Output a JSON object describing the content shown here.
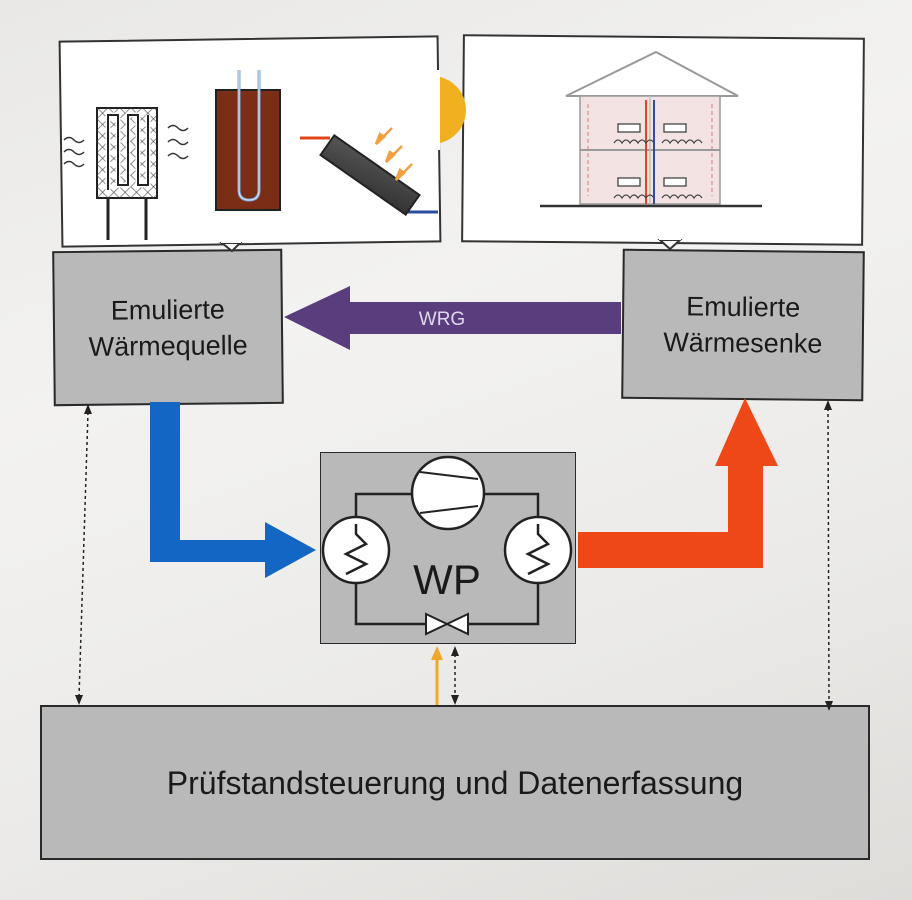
{
  "diagram": {
    "source_box": {
      "label": "Emulierte\nWärmequelle"
    },
    "sink_box": {
      "label": "Emulierte\nWärmesenke"
    },
    "control_box": {
      "label": "Prüfstandsteuerung und Datenerfassung"
    },
    "heat_pump": {
      "label": "WP"
    },
    "recovery_arrow": {
      "label": "WRG"
    }
  },
  "colors": {
    "box_fill": "#b9b9b9",
    "wrg_arrow": "#5a3d7c",
    "cold_arrow": "#1466c4",
    "hot_arrow": "#ee4818",
    "power_line": "#f0a828",
    "sun": "#f0b020"
  }
}
